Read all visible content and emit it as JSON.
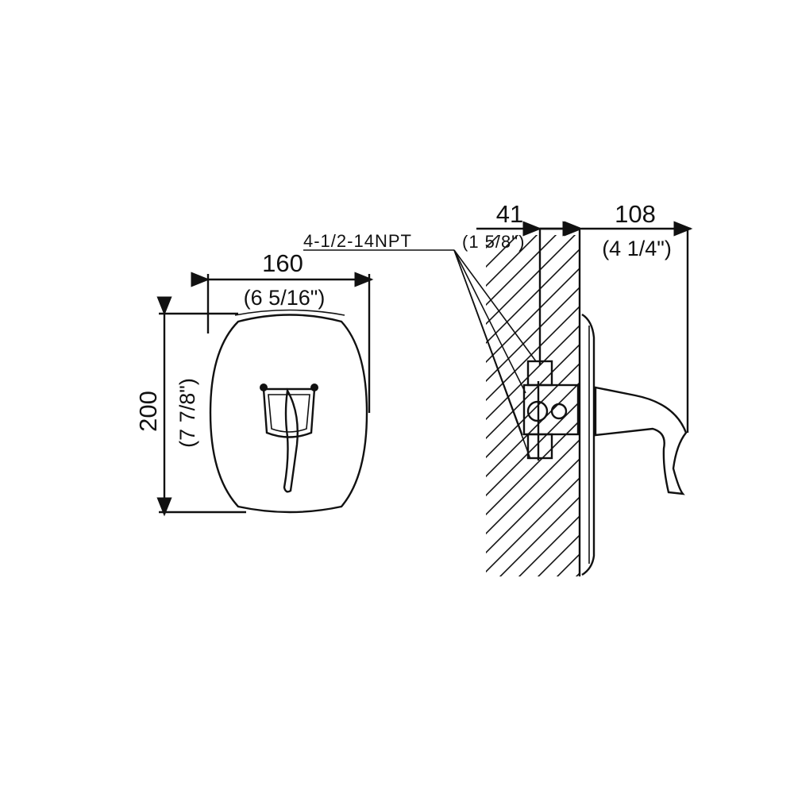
{
  "front_view": {
    "width_mm": "160",
    "width_in": "(6 5/16\")",
    "height_mm": "200",
    "height_in": "(7 7/8\")"
  },
  "side_view": {
    "thread_label": "4-1/2-14NPT",
    "depth_mm": "41",
    "depth_in": "(1 5/8\")",
    "projection_mm": "108",
    "projection_in": "(4 1/4\")"
  }
}
